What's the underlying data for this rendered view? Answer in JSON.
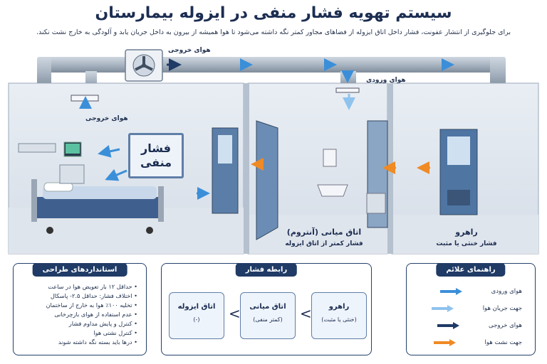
{
  "title": "سیستم تهویه فشار منفی در ایزوله بیمارستان",
  "subtitle": "برای جلوگیری از انتشار عفونت، فشار داخل اتاق ایزوله از فضاهای مجاور کمتر نگه داشته می‌شود تا هوا همیشه از بیرون به داخل جریان یابد و آلودگی به خارج نشت نکند.",
  "labels": {
    "exhaust_top": "هوای خروجی",
    "supply_top": "هوای ورودی",
    "exhaust_room": "هوای خروجی",
    "negative_line1": "فشار",
    "negative_line2": "منفی"
  },
  "rooms": {
    "anteroom": {
      "name": "اتاق میانی (آنتروم)",
      "sub": "فشار کمتر از اتاق ایزوله"
    },
    "corridor": {
      "name": "راهرو",
      "sub": "فشار خنثی یا مثبت"
    }
  },
  "standards": {
    "header": "استانداردهای طراحی",
    "items": [
      "حداقل ۱۲ بار تعویض هوا در ساعت",
      "اختلاف فشار: حداقل ۲.۵- پاسکال",
      "تخلیه ۱۰۰٪ هوا به خارج از ساختمان",
      "عدم استفاده از هوای بازچرخانی",
      "کنترل و پایش مداوم فشار",
      "کنترل نشتی هوا",
      "درها باید بسته نگه داشته شوند"
    ]
  },
  "pressure": {
    "header": "رابطه فشار",
    "isolation": {
      "name": "اتاق ایزوله",
      "sub": "(-)"
    },
    "anteroom": {
      "name": "اتاق میانی",
      "sub": "(کمتر منفی)"
    },
    "corridor": {
      "name": "راهرو",
      "sub": "(خنثی یا مثبت)"
    },
    "relation_symbol": "<"
  },
  "legend": {
    "header": "راهنمای علائم",
    "items": [
      {
        "label": "هوای ورودی",
        "color": "#3b8fd9"
      },
      {
        "label": "جهت جریان هوا",
        "color": "#8fc3ee"
      },
      {
        "label": "هوای خروجی",
        "color": "#1f3b66"
      },
      {
        "label": "جهت نشت هوا",
        "color": "#f08a24"
      }
    ]
  },
  "colors": {
    "navy": "#1f3b66",
    "supply": "#3b8fd9",
    "flow": "#8fc3ee",
    "leak": "#f08a24"
  }
}
